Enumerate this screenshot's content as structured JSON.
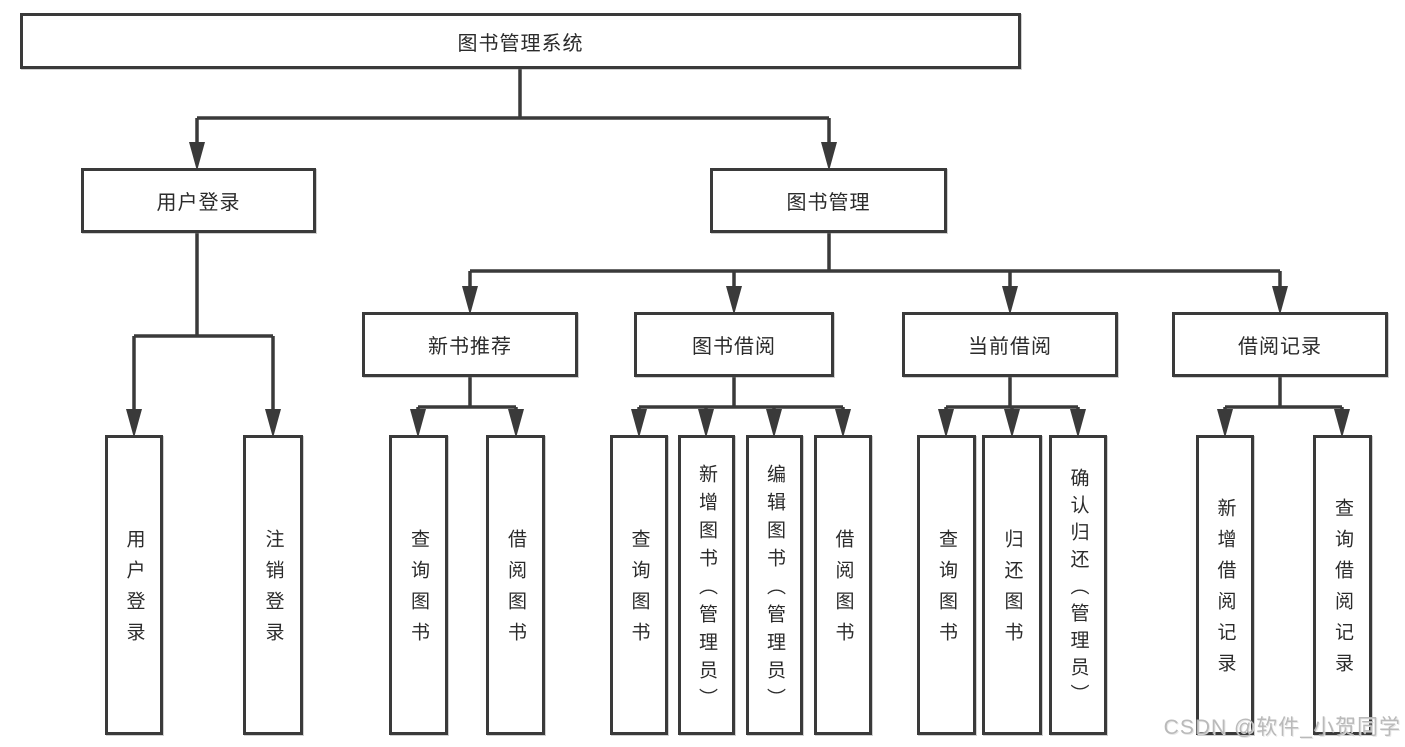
{
  "diagram": {
    "type": "hierarchy",
    "title": "图书管理系统"
  },
  "labels": {
    "root": "图书管理系统",
    "user_login": "用户登录",
    "book_mgmt": "图书管理",
    "new_book_rec": "新书推荐",
    "book_borrow": "图书借阅",
    "current_borrow": "当前借阅",
    "borrow_records": "借阅记录",
    "leaf_user_login": "用户登录",
    "leaf_logout": "注销登录",
    "leaf_query_book_1": "查询图书",
    "leaf_borrow_book_1": "借阅图书",
    "leaf_query_book_2": "查询图书",
    "leaf_add_book": "新增图书（管理员）",
    "leaf_edit_book": "编辑图书（管理员）",
    "leaf_borrow_book_2": "借阅图书",
    "leaf_query_book_3": "查询图书",
    "leaf_return_book": "归还图书",
    "leaf_confirm_return": "确认归还（管理员）",
    "leaf_add_borrow_record": "新增借阅记录",
    "leaf_query_borrow_record": "查询借阅记录"
  },
  "hierarchy": {
    "label": "图书管理系统",
    "children": [
      {
        "label": "用户登录",
        "children": [
          {
            "label": "用户登录"
          },
          {
            "label": "注销登录"
          }
        ]
      },
      {
        "label": "图书管理",
        "children": [
          {
            "label": "新书推荐",
            "children": [
              {
                "label": "查询图书"
              },
              {
                "label": "借阅图书"
              }
            ]
          },
          {
            "label": "图书借阅",
            "children": [
              {
                "label": "查询图书"
              },
              {
                "label": "新增图书（管理员）"
              },
              {
                "label": "编辑图书（管理员）"
              },
              {
                "label": "借阅图书"
              }
            ]
          },
          {
            "label": "当前借阅",
            "children": [
              {
                "label": "查询图书"
              },
              {
                "label": "归还图书"
              },
              {
                "label": "确认归还（管理员）"
              }
            ]
          },
          {
            "label": "借阅记录",
            "children": [
              {
                "label": "新增借阅记录"
              },
              {
                "label": "查询借阅记录"
              }
            ]
          }
        ]
      }
    ]
  },
  "watermark": {
    "text": "CSDN @软件_小贺同学"
  },
  "colors": {
    "line": "#3a3a3a",
    "text": "#2b2b2b",
    "background": "#ffffff",
    "watermark": "#b6b6b6"
  }
}
